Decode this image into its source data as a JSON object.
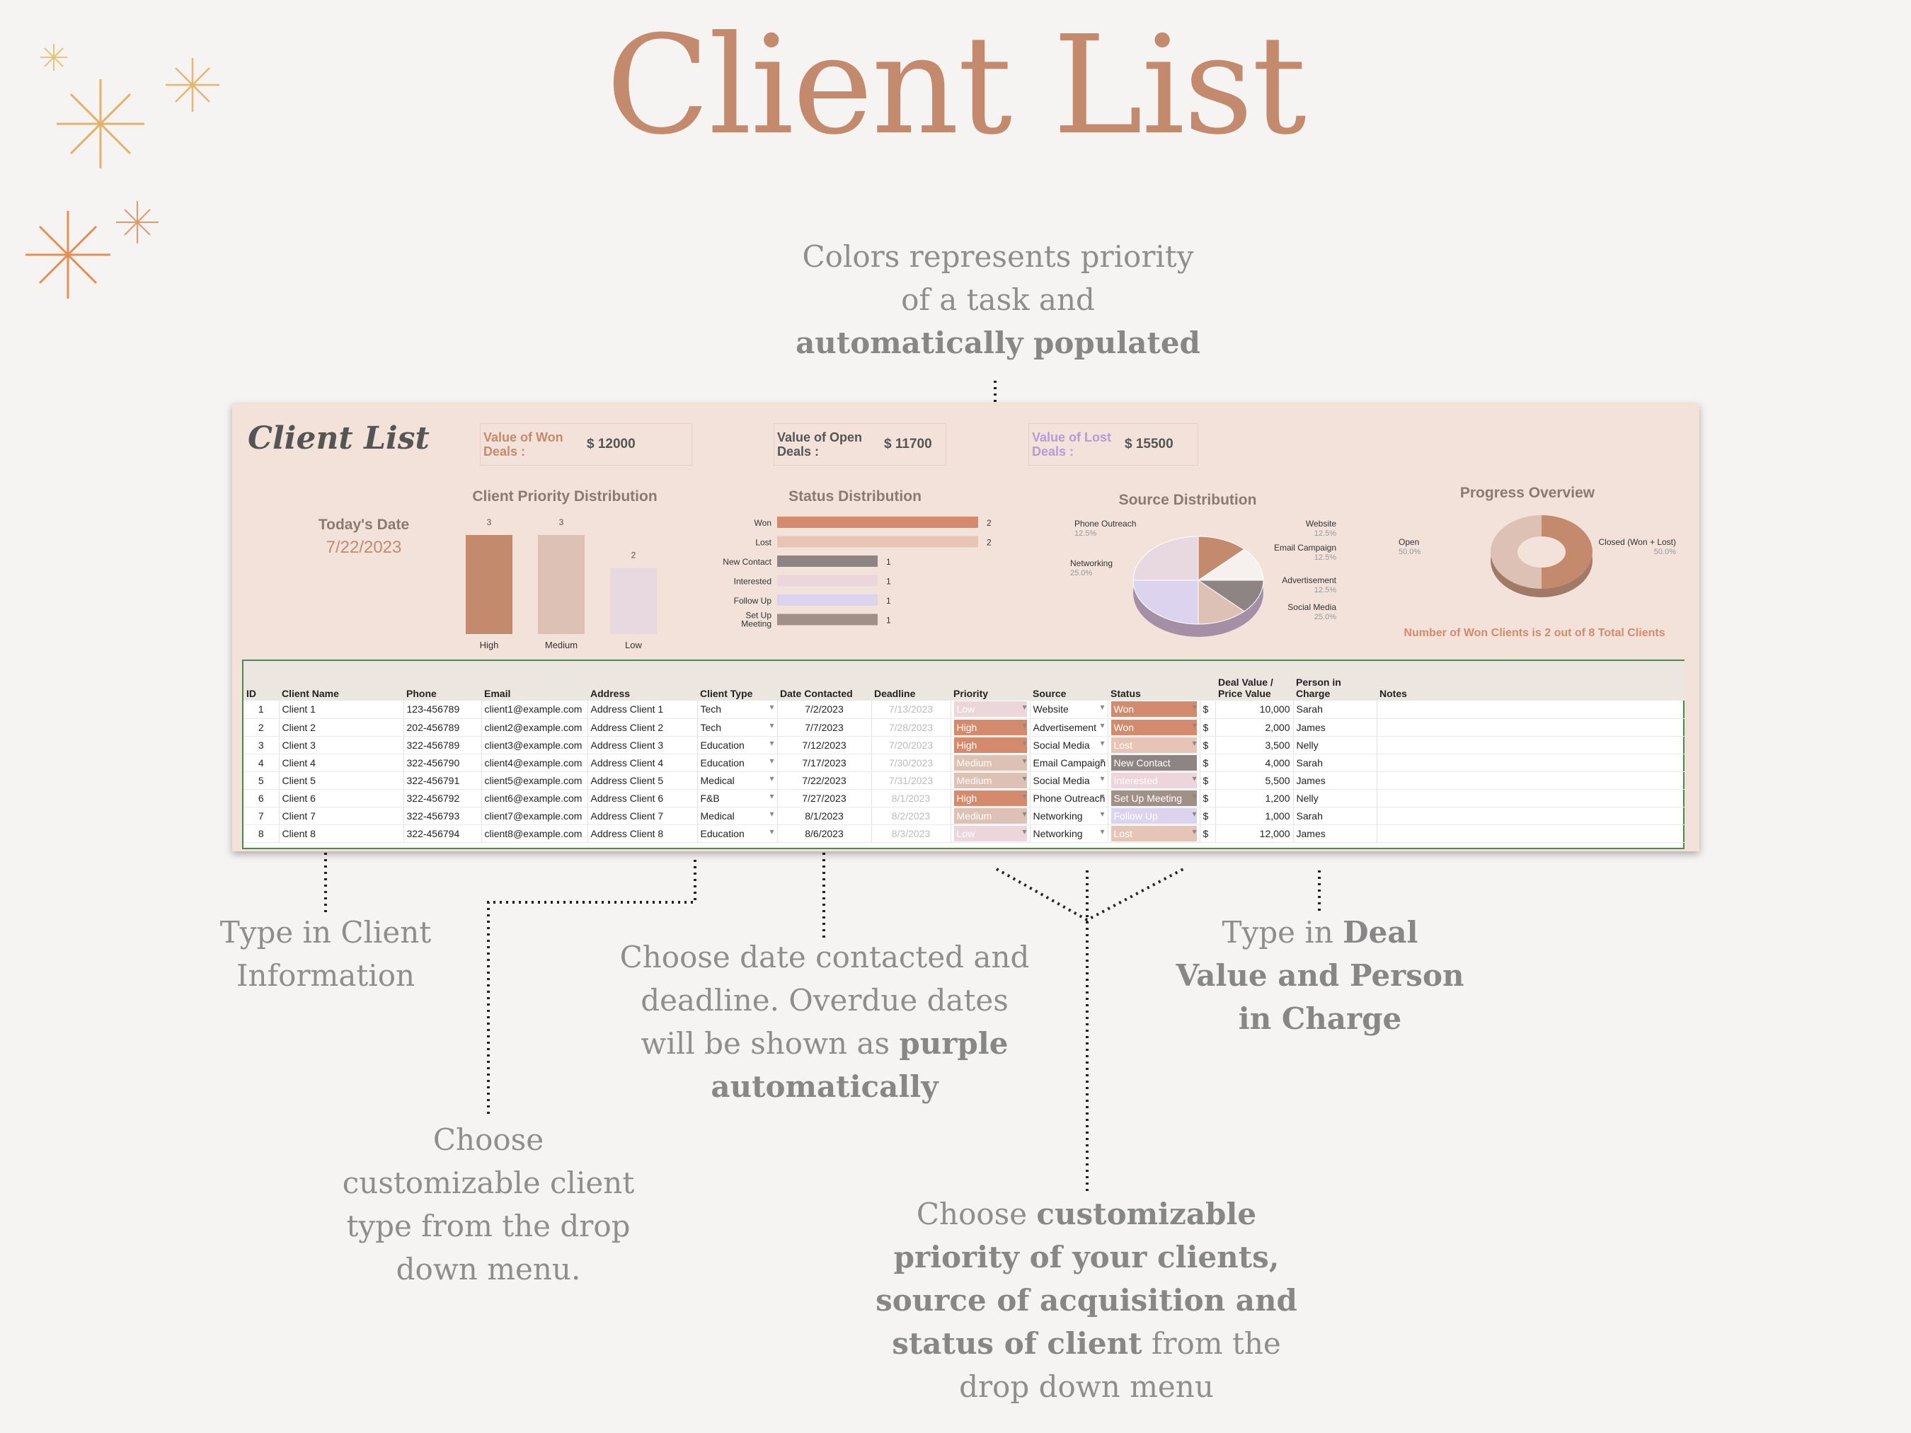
{
  "page_title": "Client List",
  "callouts": {
    "priority_color": {
      "pre": "Colors represents priority of a task and ",
      "bold": "automatically populated"
    },
    "type_info": "Type in Client Information",
    "dates": {
      "pre": "Choose date contacted and deadline. Overdue dates will be shown as ",
      "bold": "purple automatically"
    },
    "deal": {
      "pre": "Type in ",
      "bold": "Deal Value and Person in Charge"
    },
    "client_type": "Choose customizable client type from the drop down menu.",
    "choose_priority": {
      "pre": "Choose ",
      "bold1": "customizable priority of your clients, source of acquisition and status of client",
      "post": " from the drop down menu"
    }
  },
  "sheet": {
    "logo": "Client List",
    "kpis": [
      {
        "label": "Value of Won Deals :",
        "value": "$ 12000",
        "color": "#c48a6e"
      },
      {
        "label": "Value of Open Deals :",
        "value": "$ 11700",
        "color": "#555555"
      },
      {
        "label": "Value of Lost Deals :",
        "value": "$ 15500",
        "color": "#b79ad8"
      }
    ],
    "today_label": "Today's Date",
    "today_value": "7/22/2023",
    "progress_note": "Number of Won Clients is 2 out of 8 Total Clients"
  },
  "chart_data": [
    {
      "type": "bar",
      "title": "Client Priority Distribution",
      "categories": [
        "High",
        "Medium",
        "Low"
      ],
      "values": [
        3,
        3,
        2
      ],
      "colors": [
        "#c48a6e",
        "#dcc1b4",
        "#e8d8e0"
      ]
    },
    {
      "type": "bar",
      "orientation": "horizontal",
      "title": "Status Distribution",
      "categories": [
        "Won",
        "Lost",
        "New Contact",
        "Interested",
        "Follow Up",
        "Set Up Meeting"
      ],
      "values": [
        2,
        2,
        1,
        1,
        1,
        1
      ],
      "colors": [
        "#d48a6c",
        "#e6c5b6",
        "#8f8484",
        "#ecd6dc",
        "#dcd4ee",
        "#a09088"
      ]
    },
    {
      "type": "pie",
      "title": "Source Distribution",
      "categories": [
        "Phone Outreach",
        "Website",
        "Email Campaign",
        "Advertisement",
        "Social Media",
        "Networking"
      ],
      "values": [
        12.5,
        12.5,
        12.5,
        12.5,
        25.0,
        25.0
      ],
      "labels": [
        "12.5%",
        "12.5%",
        "12.5%",
        "12.5%",
        "25.0%",
        "25.0%"
      ],
      "colors": [
        "#c48a6e",
        "#f6f1ee",
        "#8f8484",
        "#dcc1b4",
        "#dcd4ee",
        "#e8d8e0"
      ]
    },
    {
      "type": "pie",
      "donut": true,
      "title": "Progress Overview",
      "categories": [
        "Open",
        "Closed (Won + Lost)"
      ],
      "values": [
        50.0,
        50.0
      ],
      "labels": [
        "50.0%",
        "50.0%"
      ],
      "colors": [
        "#dcc1b4",
        "#c48a6e"
      ]
    }
  ],
  "table": {
    "headers": [
      "ID",
      "Client Name",
      "Phone",
      "Email",
      "Address",
      "Client Type",
      "Date Contacted",
      "Deadline",
      "Priority",
      "Source",
      "Status",
      "",
      "Deal Value / Price Value",
      "Person in Charge",
      "Notes"
    ],
    "rows": [
      {
        "id": "1",
        "name": "Client 1",
        "phone": "123-456789",
        "email": "client1@example.com",
        "address": "Address Client 1",
        "type": "Tech",
        "contacted": "7/2/2023",
        "deadline": "7/13/2023",
        "priority": "Low",
        "source": "Website",
        "status": "Won",
        "cur": "$",
        "value": "10,000",
        "person": "Sarah"
      },
      {
        "id": "2",
        "name": "Client 2",
        "phone": "202-456789",
        "email": "client2@example.com",
        "address": "Address Client 2",
        "type": "Tech",
        "contacted": "7/7/2023",
        "deadline": "7/28/2023",
        "priority": "High",
        "source": "Advertisement",
        "status": "Won",
        "cur": "$",
        "value": "2,000",
        "person": "James"
      },
      {
        "id": "3",
        "name": "Client 3",
        "phone": "322-456789",
        "email": "client3@example.com",
        "address": "Address Client 3",
        "type": "Education",
        "contacted": "7/12/2023",
        "deadline": "7/20/2023",
        "priority": "High",
        "source": "Social Media",
        "status": "Lost",
        "cur": "$",
        "value": "3,500",
        "person": "Nelly"
      },
      {
        "id": "4",
        "name": "Client 4",
        "phone": "322-456790",
        "email": "client4@example.com",
        "address": "Address Client 4",
        "type": "Education",
        "contacted": "7/17/2023",
        "deadline": "7/30/2023",
        "priority": "Medium",
        "source": "Email Campaign",
        "status": "New Contact",
        "cur": "$",
        "value": "4,000",
        "person": "Sarah"
      },
      {
        "id": "5",
        "name": "Client 5",
        "phone": "322-456791",
        "email": "client5@example.com",
        "address": "Address Client 5",
        "type": "Medical",
        "contacted": "7/22/2023",
        "deadline": "7/31/2023",
        "priority": "Medium",
        "source": "Social Media",
        "status": "Interested",
        "cur": "$",
        "value": "5,500",
        "person": "James"
      },
      {
        "id": "6",
        "name": "Client 6",
        "phone": "322-456792",
        "email": "client6@example.com",
        "address": "Address Client 6",
        "type": "F&B",
        "contacted": "7/27/2023",
        "deadline": "8/1/2023",
        "priority": "High",
        "source": "Phone Outreach",
        "status": "Set Up Meeting",
        "cur": "$",
        "value": "1,200",
        "person": "Nelly"
      },
      {
        "id": "7",
        "name": "Client 7",
        "phone": "322-456793",
        "email": "client7@example.com",
        "address": "Address Client 7",
        "type": "Medical",
        "contacted": "8/1/2023",
        "deadline": "8/2/2023",
        "priority": "Medium",
        "source": "Networking",
        "status": "Follow Up",
        "cur": "$",
        "value": "1,000",
        "person": "Sarah"
      },
      {
        "id": "8",
        "name": "Client 8",
        "phone": "322-456794",
        "email": "client8@example.com",
        "address": "Address Client 8",
        "type": "Education",
        "contacted": "8/6/2023",
        "deadline": "8/3/2023",
        "priority": "Low",
        "source": "Networking",
        "status": "Lost",
        "cur": "$",
        "value": "12,000",
        "person": "James"
      }
    ],
    "priority_colors": {
      "High": "#d48a6c",
      "Medium": "#dcc1b4",
      "Low": "#ecd6dc"
    },
    "status_colors": {
      "Won": "#d48a6c",
      "Lost": "#e6c5b6",
      "New Contact": "#8f8484",
      "Interested": "#ecd6dc",
      "Set Up Meeting": "#a09088",
      "Follow Up": "#dcd4ee"
    }
  },
  "icons": [
    "sparkle-icon",
    "filter-icon",
    "dropdown-icon"
  ]
}
